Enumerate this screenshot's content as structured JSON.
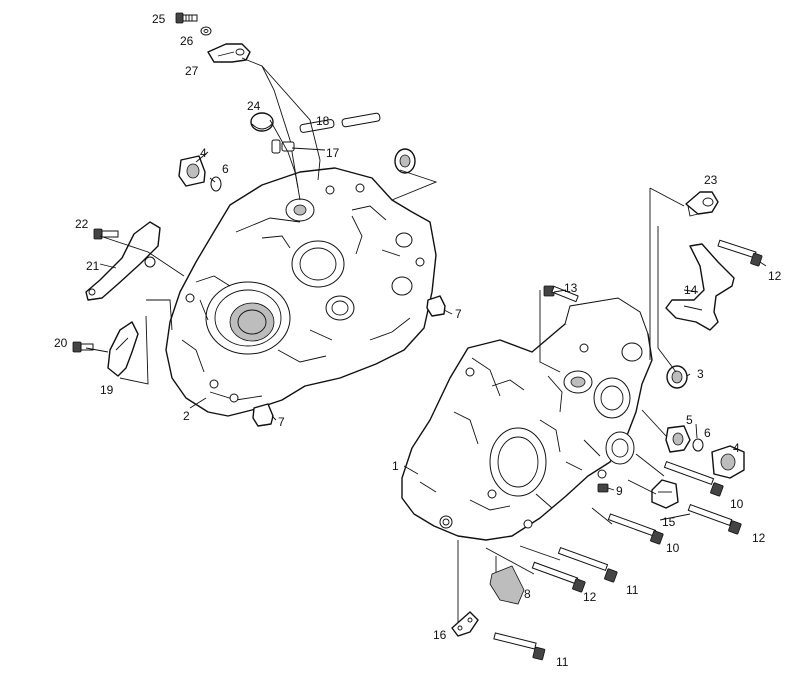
{
  "callouts": [
    {
      "id": "c25",
      "label": "25"
    },
    {
      "id": "c26",
      "label": "26"
    },
    {
      "id": "c27",
      "label": "27"
    },
    {
      "id": "c24",
      "label": "24"
    },
    {
      "id": "c18",
      "label": "18"
    },
    {
      "id": "c17",
      "label": "17"
    },
    {
      "id": "c4a",
      "label": "4"
    },
    {
      "id": "c6a",
      "label": "6"
    },
    {
      "id": "c22",
      "label": "22"
    },
    {
      "id": "c21",
      "label": "21"
    },
    {
      "id": "c20",
      "label": "20"
    },
    {
      "id": "c19",
      "label": "19"
    },
    {
      "id": "c2",
      "label": "2"
    },
    {
      "id": "c7a",
      "label": "7"
    },
    {
      "id": "c7b",
      "label": "7"
    },
    {
      "id": "c23",
      "label": "23"
    },
    {
      "id": "c12a",
      "label": "12"
    },
    {
      "id": "c14",
      "label": "14"
    },
    {
      "id": "c13",
      "label": "13"
    },
    {
      "id": "c3",
      "label": "3"
    },
    {
      "id": "c5",
      "label": "5"
    },
    {
      "id": "c6b",
      "label": "6"
    },
    {
      "id": "c4b",
      "label": "4"
    },
    {
      "id": "c1",
      "label": "1"
    },
    {
      "id": "c9",
      "label": "9"
    },
    {
      "id": "c10a",
      "label": "10"
    },
    {
      "id": "c15",
      "label": "15"
    },
    {
      "id": "c12b",
      "label": "12"
    },
    {
      "id": "c10b",
      "label": "10"
    },
    {
      "id": "c11a",
      "label": "11"
    },
    {
      "id": "c12c",
      "label": "12"
    },
    {
      "id": "c8",
      "label": "8"
    },
    {
      "id": "c16",
      "label": "16"
    },
    {
      "id": "c11b",
      "label": "11"
    }
  ]
}
